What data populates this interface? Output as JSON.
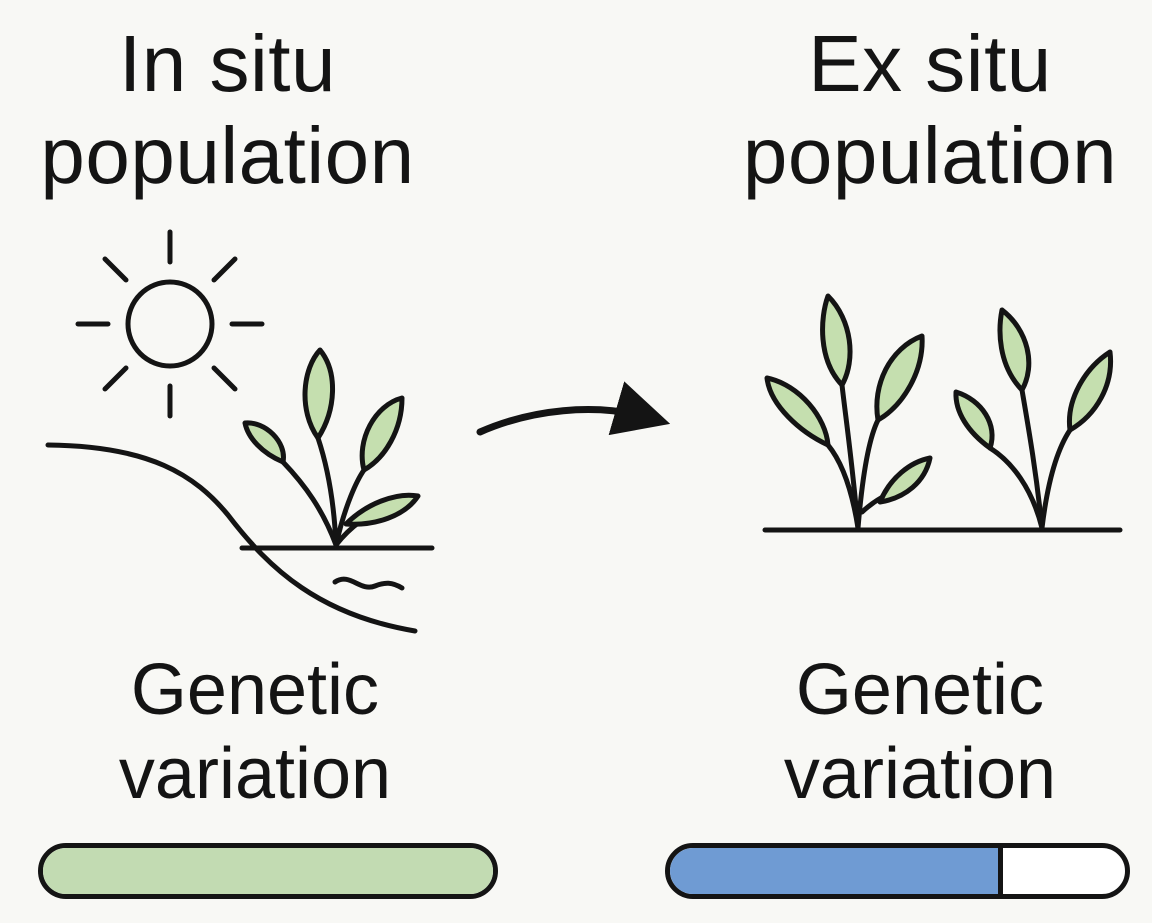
{
  "in_situ": {
    "title_line1": "In situ",
    "title_line2": "population",
    "label_line1": "Genetic",
    "label_line2": "variation",
    "genetic_variation_level": 1.0,
    "bar_color": "#c2dbb2"
  },
  "ex_situ": {
    "title_line1": "Ex situ",
    "title_line2": "population",
    "label_line1": "Genetic",
    "label_line2": "variation",
    "genetic_variation_level": 0.72,
    "bar_color": "#6f9bd3"
  },
  "icons": [
    "sun-icon",
    "hillside-icon",
    "plant-icon",
    "arrow-right-icon",
    "plant-pair-icon"
  ],
  "colors": {
    "leaf": "#c5dfaf",
    "stroke": "#141414",
    "background": "#f8f8f5"
  }
}
